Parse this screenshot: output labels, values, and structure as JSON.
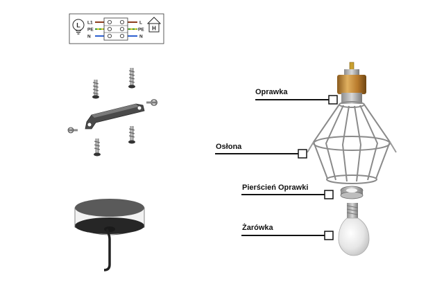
{
  "wiring": {
    "left_terminals": [
      "L1",
      "PE",
      "N"
    ],
    "right_terminals": [
      "L",
      "PE",
      "N"
    ],
    "lamp_badge": "L",
    "house_badge": "H",
    "wire_colors": {
      "L": "#8b3a1a",
      "PE": "#c8c21a",
      "N": "#2c5fd0"
    }
  },
  "parts": {
    "socket": "Oprawka",
    "cage": "Osłona",
    "socket_ring": "Pierścień Oprawki",
    "bulb": "Żarówka"
  },
  "colors": {
    "accent": "#111111",
    "socket_brass": "#c9923a",
    "cage_metal": "#8a8a8a"
  }
}
